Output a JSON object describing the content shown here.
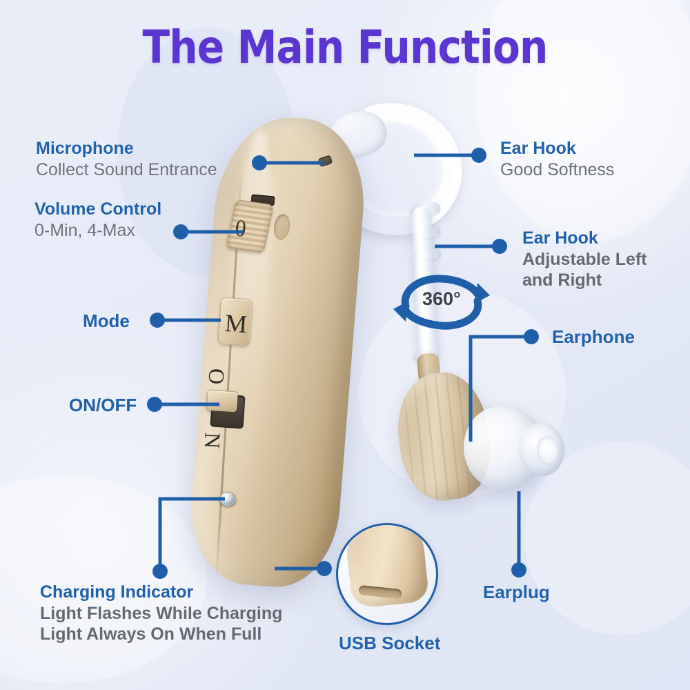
{
  "page": {
    "title": "The Main Function",
    "title_color": "#5b35cf",
    "accent_blue": "#1f5ea8",
    "label_blue": "#2160ab",
    "subtext_gray": "#6b7079",
    "background_color": "#e9edf8"
  },
  "callouts": [
    {
      "id": "microphone",
      "head": "Microphone",
      "sub": "Collect Sound Entrance",
      "side": "left"
    },
    {
      "id": "volume-control",
      "head": "Volume Control",
      "sub": "0-Min, 4-Max",
      "side": "left"
    },
    {
      "id": "mode",
      "head": "Mode",
      "sub": "",
      "side": "left"
    },
    {
      "id": "on-off",
      "head": "ON/OFF",
      "sub": "",
      "side": "left"
    },
    {
      "id": "charging-indicator",
      "head": "Charging Indicator",
      "sub": "Light Flashes While Charging",
      "sub2": "Light Always On When Full",
      "side": "left"
    },
    {
      "id": "ear-hook-softness",
      "head": "Ear Hook",
      "sub": "Good Softness",
      "side": "right"
    },
    {
      "id": "ear-hook-adjustable",
      "head": "Ear Hook",
      "sub": "Adjustable Left",
      "sub2": "and Right",
      "side": "right"
    },
    {
      "id": "earphone",
      "head": "Earphone",
      "sub": "",
      "side": "right"
    },
    {
      "id": "earplug",
      "head": "Earplug",
      "sub": "",
      "side": "right"
    },
    {
      "id": "usb-socket",
      "head": "USB Socket",
      "sub": "",
      "side": "bottom"
    }
  ],
  "device": {
    "volume_wheel_value": "0",
    "mode_button_letter": "M",
    "power_switch_on_label": "O",
    "power_switch_off_label": "N",
    "rotation_badge": "360°"
  }
}
